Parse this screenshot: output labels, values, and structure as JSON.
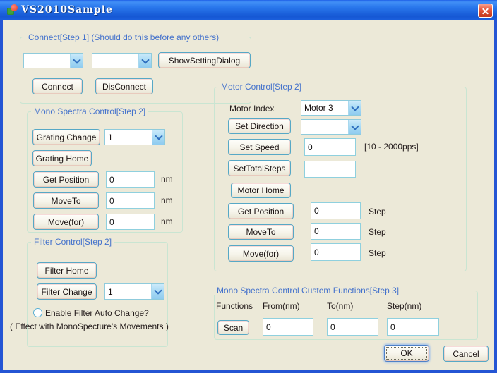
{
  "window": {
    "title": "VS2010Sample"
  },
  "colors": {
    "background": "#ECE9D8",
    "window_border": "#2455D4",
    "section_label": "#4472CC",
    "button_border": "#56A8C6",
    "field_border": "#8FD0DE",
    "close_button": "#E04B2E"
  },
  "connect": {
    "label": "Connect[Step 1] (Should do this before any others)",
    "combo1_value": "",
    "combo2_value": "",
    "show_setting_button": "ShowSettingDialog",
    "connect_button": "Connect",
    "disconnect_button": "DisConnect"
  },
  "mono": {
    "label": "Mono Spectra Control[Step 2]",
    "grating_change_button": "Grating Change",
    "grating_select_value": "1",
    "grating_home_button": "Grating Home",
    "get_position_button": "Get Position",
    "position_value": "0",
    "moveto_button": "MoveTo",
    "moveto_value": "0",
    "movefor_button": "Move(for)",
    "movefor_value": "0",
    "unit": "nm"
  },
  "filter": {
    "label": "Filter Control[Step 2]",
    "home_button": "Filter Home",
    "change_button": "Filter Change",
    "select_value": "1",
    "radio_label": "Enable Filter Auto Change?",
    "note": "( Effect with MonoSpecture's Movements )"
  },
  "motor": {
    "label": "Motor Control[Step 2]",
    "index_label": "Motor Index",
    "index_value": "Motor 3",
    "direction_button": "Set Direction",
    "direction_value": "",
    "speed_button": "Set Speed",
    "speed_value": "0",
    "speed_range": "[10 - 2000pps]",
    "total_steps_button": "SetTotalSteps",
    "total_steps_value": "",
    "home_button": "Motor Home",
    "get_position_button": "Get Position",
    "position_value": "0",
    "moveto_button": "MoveTo",
    "moveto_value": "0",
    "movefor_button": "Move(for)",
    "movefor_value": "0",
    "unit": "Step"
  },
  "scan": {
    "label": "Mono Spectra Control Custem Functions[Step 3]",
    "functions_label": "Functions",
    "from_label": "From(nm)",
    "to_label": "To(nm)",
    "step_label": "Step(nm)",
    "scan_button": "Scan",
    "from_value": "0",
    "to_value": "0",
    "step_value": "0"
  },
  "footer": {
    "ok_button": "OK",
    "cancel_button": "Cancel"
  }
}
